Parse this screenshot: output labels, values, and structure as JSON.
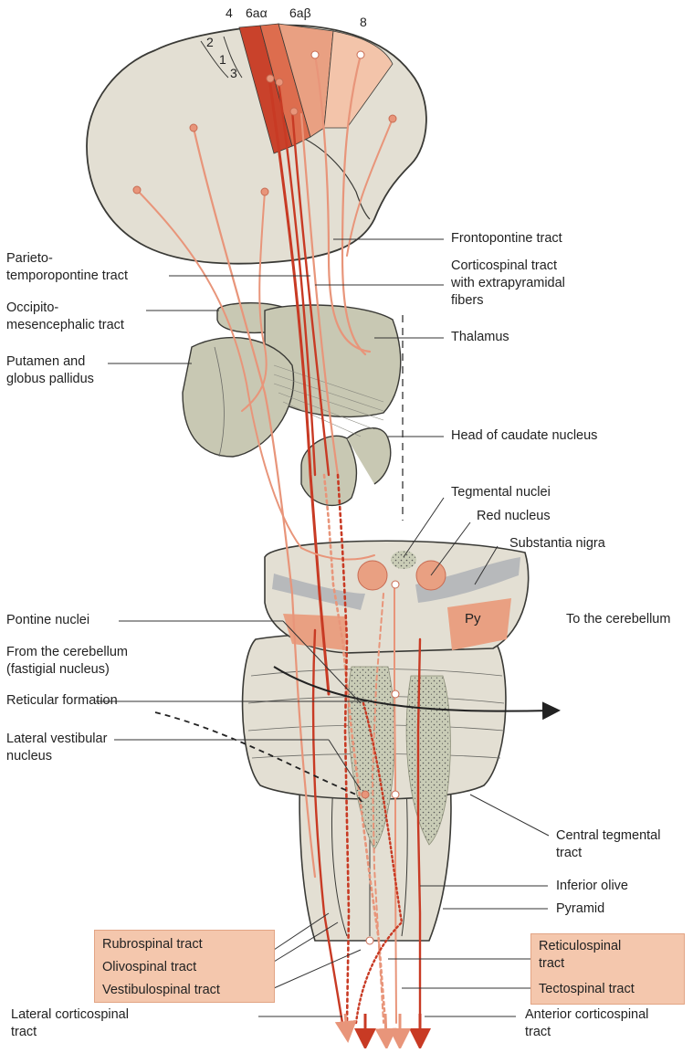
{
  "areas": {
    "a4": "4",
    "a6aa": "6aα",
    "a6ab": "6aβ",
    "a8": "8",
    "a2": "2",
    "a1": "1",
    "a3": "3"
  },
  "labels": {
    "parieto": "Parieto-\ntemporopontine tract",
    "occipito": "Occipito-\nmesencephalic tract",
    "putamen": "Putamen and\nglobus pallidus",
    "frontopontine": "Frontopontine tract",
    "corticospinal": "Corticospinal tract\nwith extrapyramidal\nfibers",
    "thalamus": "Thalamus",
    "caudate": "Head of caudate nucleus",
    "tegmental": "Tegmental nuclei",
    "red_nucleus": "Red nucleus",
    "substantia": "Substantia nigra",
    "pontine": "Pontine nuclei",
    "from_cerebellum": "From the cerebellum\n(fastigial nucleus)",
    "to_cerebellum": "To the cerebellum",
    "reticular": "Reticular formation",
    "lateral_vestibular": "Lateral vestibular\nnucleus",
    "central_tegmental": "Central tegmental\ntract",
    "inferior_olive": "Inferior olive",
    "pyramid": "Pyramid",
    "rubrospinal": "Rubrospinal tract",
    "olivospinal": "Olivospinal tract",
    "vestibulospinal": "Vestibulospinal tract",
    "reticulospinal": "Reticulospinal\ntract",
    "tectospinal": "Tectospinal tract",
    "lateral_cst": "Lateral corticospinal\ntract",
    "anterior_cst": "Anterior corticospinal\ntract",
    "py": "Py"
  },
  "colors": {
    "tissue": "#e3dfd3",
    "basal": "#c8c8b3",
    "outline": "#3a3a36",
    "tract_light": "#e8957a",
    "tract_dark": "#c83a24",
    "area4": "#c9422b",
    "area6aa": "#dd6d4e",
    "area6ab": "#e9a082",
    "area8": "#f3c4aa",
    "highlight_box": "#f4c7ad",
    "grey_band": "#b7b9bb",
    "stipple": "#c4c7b2"
  }
}
